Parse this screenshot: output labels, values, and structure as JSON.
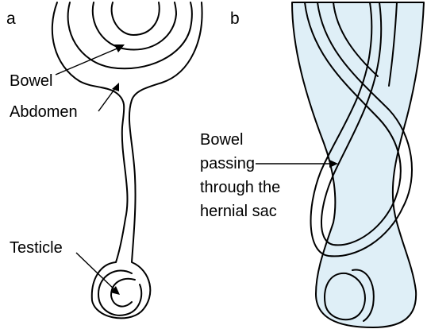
{
  "panels": {
    "a": {
      "letter": "a",
      "labels": {
        "bowel": "Bowel",
        "abdomen": "Abdomen",
        "testicle": "Testicle"
      }
    },
    "b": {
      "letter": "b",
      "label_lines": [
        "Bowel",
        "passing",
        "through the",
        "hernial sac"
      ]
    }
  },
  "colors": {
    "line": "#000000",
    "sac_fill": "#dfeff7",
    "background": "#ffffff"
  }
}
